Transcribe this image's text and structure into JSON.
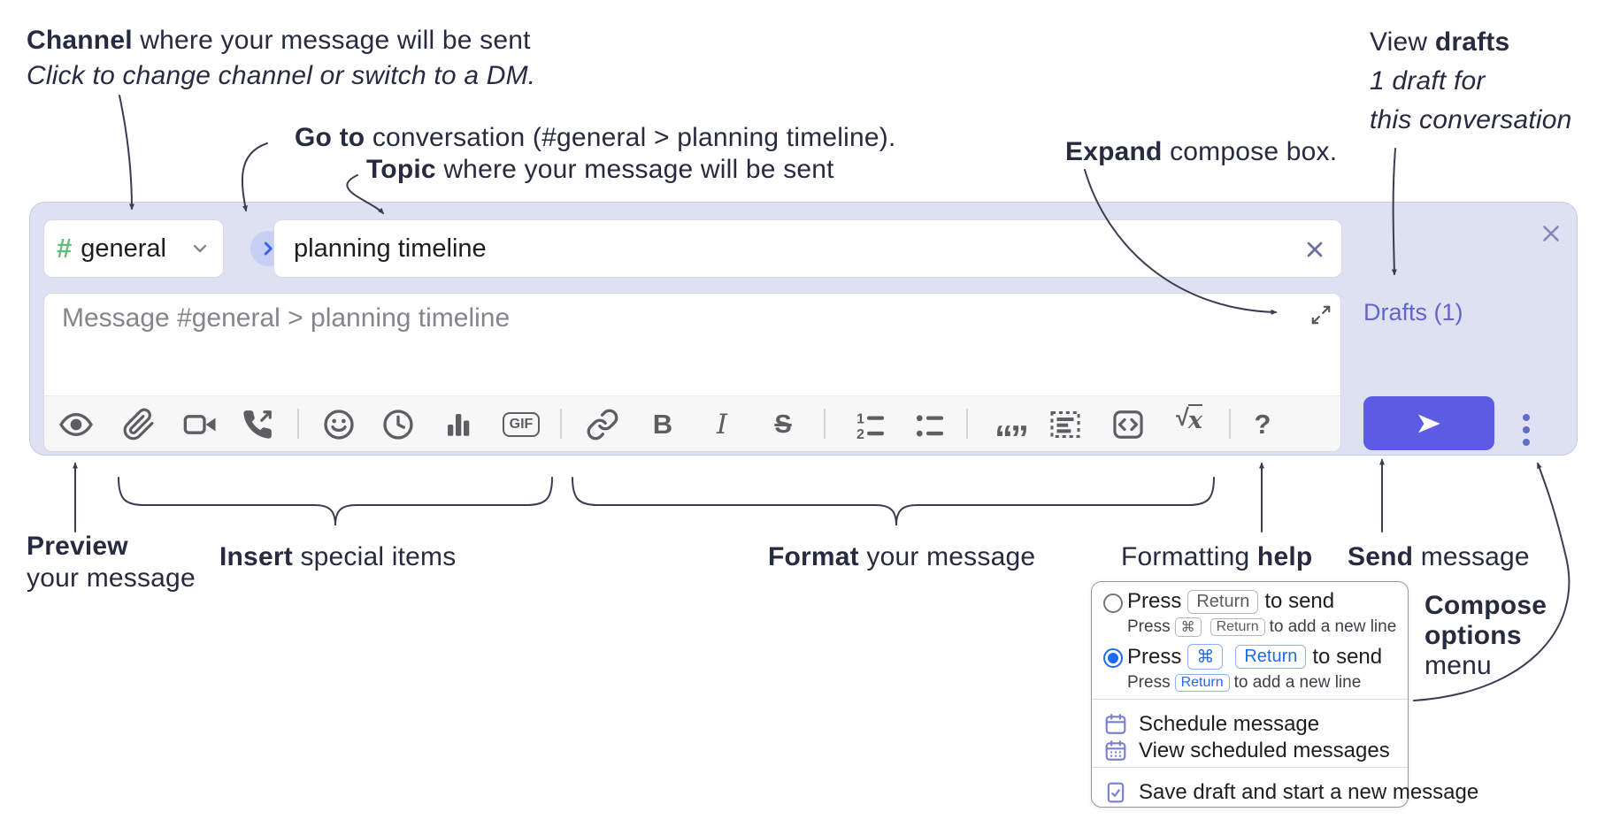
{
  "colors": {
    "composer_bg": "#DEE1F1",
    "send_button": "#5C5CE2",
    "drafts_link": "#6065C7",
    "channel_hash_green": "#62BD79",
    "goto_chevron_blue": "#3B63DD",
    "radio_selected_blue": "#1A6DF2",
    "keycap_blue": "#1F6BE8",
    "menu_icon_purple": "#7B80D6",
    "annotation_text": "#272B40",
    "toolbar_icon_gray": "#5E5E62"
  },
  "annotations": {
    "channel_line1_bold": "Channel",
    "channel_line1_rest": " where your message will be sent",
    "channel_line2_italic": "Click to change channel or switch to a DM.",
    "goto_bold": "Go to",
    "goto_rest": " conversation (#general > planning timeline).",
    "topic_bold": "Topic",
    "topic_rest": " where your message will be sent",
    "expand_bold": "Expand",
    "expand_rest": " compose box.",
    "drafts_line1_pre": "View ",
    "drafts_line1_bold": "drafts",
    "drafts_line2_italic": "1 draft for",
    "drafts_line3_italic": "this conversation",
    "preview_bold": "Preview",
    "preview_line2": "your message",
    "insert_bold": "Insert",
    "insert_rest": " special items",
    "format_bold": "Format",
    "format_rest": " your message",
    "help_pre": "Formatting ",
    "help_bold": "help",
    "send_bold": "Send",
    "send_rest": " message",
    "compose_line1_bold": "Compose",
    "compose_line2_bold": "options",
    "compose_line3": "menu"
  },
  "composer": {
    "channel_hash": "#",
    "channel_name": "general",
    "topic_value": "planning timeline",
    "message_placeholder": "Message #general > planning timeline",
    "drafts_label": "Drafts (1)",
    "toolbar_glyphs": {
      "gif": "GIF",
      "bold": "B",
      "italic": "I",
      "strike": "S",
      "quote": "“”",
      "math_sqrt": "√",
      "math_x": "x",
      "help": "?"
    }
  },
  "menu": {
    "opt1_press": "Press",
    "opt1_key": "Return",
    "opt1_suffix": "to send",
    "opt1_sub_press": "Press",
    "opt1_sub_key1": "⌘",
    "opt1_sub_key2": "Return",
    "opt1_sub_suffix": "to add a new line",
    "opt2_press": "Press",
    "opt2_key1": "⌘",
    "opt2_key2": "Return",
    "opt2_suffix": "to send",
    "opt2_sub_press": "Press",
    "opt2_sub_key": "Return",
    "opt2_sub_suffix": "to add a new line",
    "item_schedule": "Schedule message",
    "item_view_scheduled": "View scheduled messages",
    "item_save_draft": "Save draft and start a new message"
  }
}
